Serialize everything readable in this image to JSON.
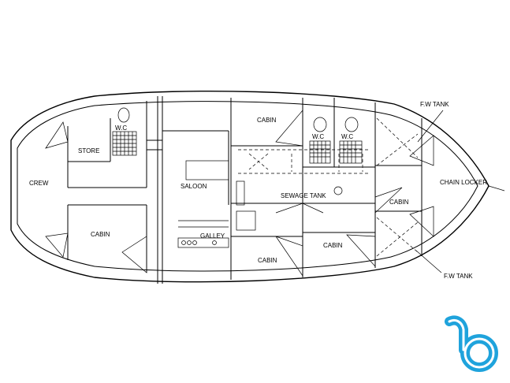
{
  "labels": {
    "crew": "CREW",
    "store": "STORE",
    "wc_aft": "W.C",
    "saloon": "SALOON",
    "galley": "GALLEY",
    "cabin_aft": "CABIN",
    "cabin_top": "CABIN",
    "wc_mid_1": "W.C",
    "wc_mid_2": "W.C",
    "sewage_tank": "SEWAGE TANK",
    "cabin_bottom_1": "CABIN",
    "cabin_bottom_2": "CABIN",
    "cabin_fwd": "CABIN",
    "fw_tank_top": "F.W TANK",
    "fw_tank_bottom": "F.W TANK",
    "chain_locker": "CHAIN LOCKER"
  },
  "logo": {
    "name": "brand-logo",
    "color": "#1fa3dc"
  }
}
